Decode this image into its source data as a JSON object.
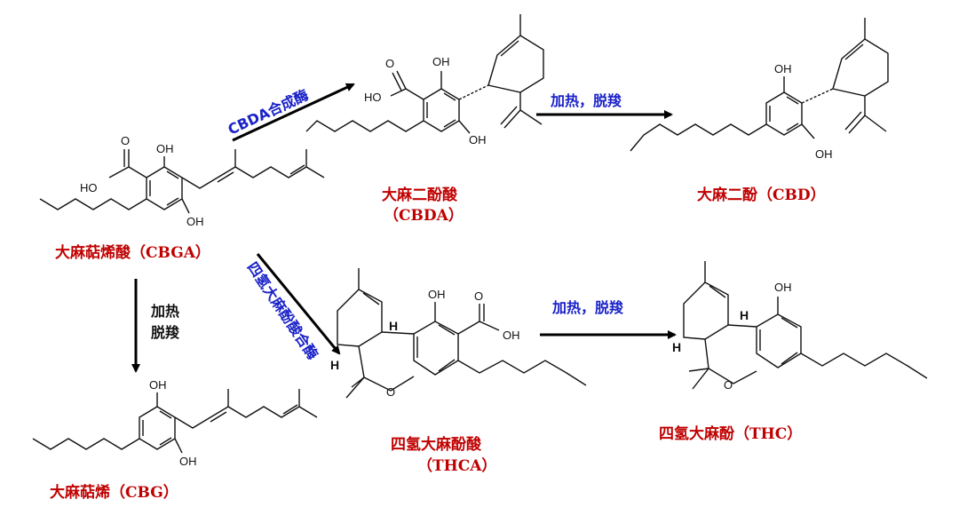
{
  "compounds": {
    "cbga": "大麻萜烯酸（CBGA）",
    "cbda_cn": "大麻二酚酸",
    "cbda_abbr": "（CBDA）",
    "cbd": "大麻二酚（CBD）",
    "thca_cn": "四氢大麻酚酸",
    "thca_abbr": "（THCA）",
    "thc": "四氢大麻酚（THC）",
    "cbg": "大麻萜烯（CBG）"
  },
  "reactions": {
    "cbda_synthase": "CBDA合成酶",
    "thca_synthase": "四氢大麻酚酸合酶",
    "heat_decarbox": "加热，脱羧",
    "heat": "加热",
    "decarbox": "脱羧"
  },
  "atoms": {
    "oh": "OH",
    "ho": "HO",
    "o": "O",
    "h": "H"
  },
  "colors": {
    "label": "#c00000",
    "enzyme": "#1a22c8",
    "arrow": "#000000"
  }
}
